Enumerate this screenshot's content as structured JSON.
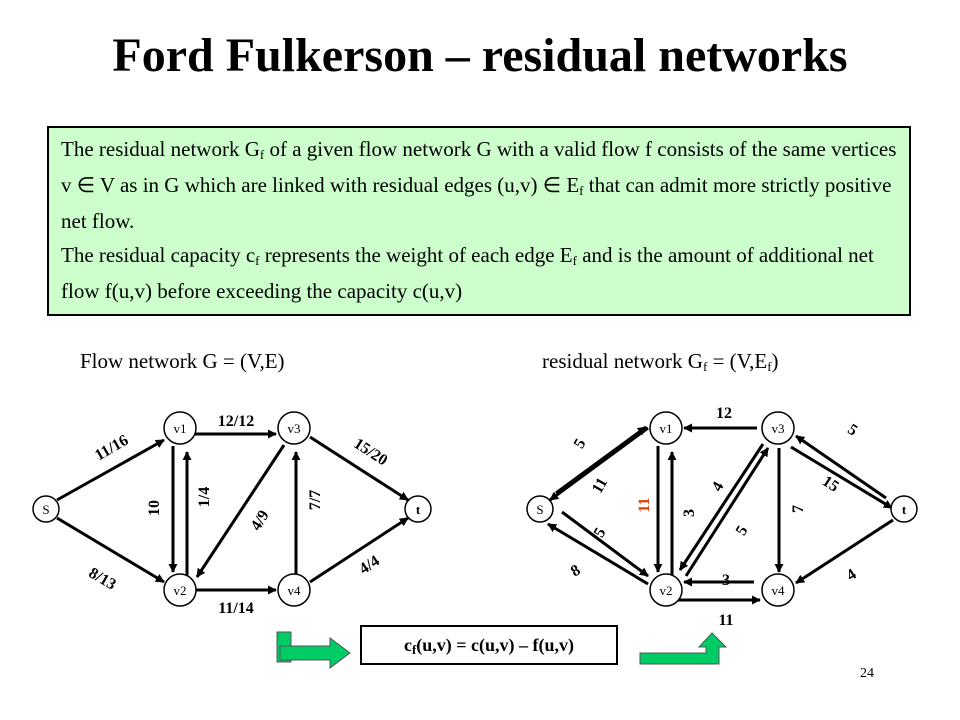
{
  "title": "Ford Fulkerson – residual networks",
  "definition": {
    "p1": [
      "The residual network G",
      "f",
      " of a given flow network G with a valid flow f consists of the same vertices v ",
      "∈",
      " V as in G which are linked with residual edges (u,v) ",
      "∈",
      " E",
      "f",
      " that can admit more strictly positive net flow."
    ],
    "p2": [
      "The residual capacity c",
      "f",
      " represents the weight of each edge E",
      "f",
      " and is the amount of additional net flow f(u,v) before exceeding the capacity c(u,v)"
    ]
  },
  "left_caption": "Flow network G = (V,E)",
  "right_caption": [
    "residual network G",
    "f",
    " = (V,E",
    "f",
    ")"
  ],
  "nodes": [
    "S",
    "v1",
    "v3",
    "t",
    "v2",
    "v4"
  ],
  "flow_edges": [
    {
      "label": "11/16"
    },
    {
      "label": "8/13"
    },
    {
      "label": "10"
    },
    {
      "label": "1/4"
    },
    {
      "label": "12/12"
    },
    {
      "label": "4/9"
    },
    {
      "label": "7/7"
    },
    {
      "label": "11/14"
    },
    {
      "label": "15/20"
    },
    {
      "label": "4/4"
    }
  ],
  "residual_edges": [
    {
      "label": "5"
    },
    {
      "label": "11"
    },
    {
      "label": "5"
    },
    {
      "label": "8"
    },
    {
      "label": "11"
    },
    {
      "label": "3"
    },
    {
      "label": "12"
    },
    {
      "label": "4"
    },
    {
      "label": "5"
    },
    {
      "label": "7"
    },
    {
      "label": "3"
    },
    {
      "label": "11"
    },
    {
      "label": "5"
    },
    {
      "label": "15"
    },
    {
      "label": "4"
    }
  ],
  "highlight_color": "#e04000",
  "green_arrow_color": "#00cc66",
  "formula": [
    "c",
    "f",
    "(u,v) = c(u,v) – f(u,v)"
  ],
  "page_number": "24"
}
